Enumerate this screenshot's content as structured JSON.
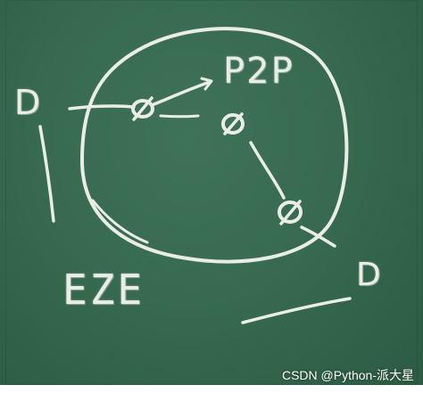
{
  "board": {
    "background": "#376a4f",
    "chalk_color": "#e9ede6"
  },
  "labels": {
    "p2p": "P2P",
    "d_left": "D",
    "d_right": "D",
    "e2e": "EZE"
  },
  "watermark": {
    "text": "CSDN @Python-派大星"
  }
}
